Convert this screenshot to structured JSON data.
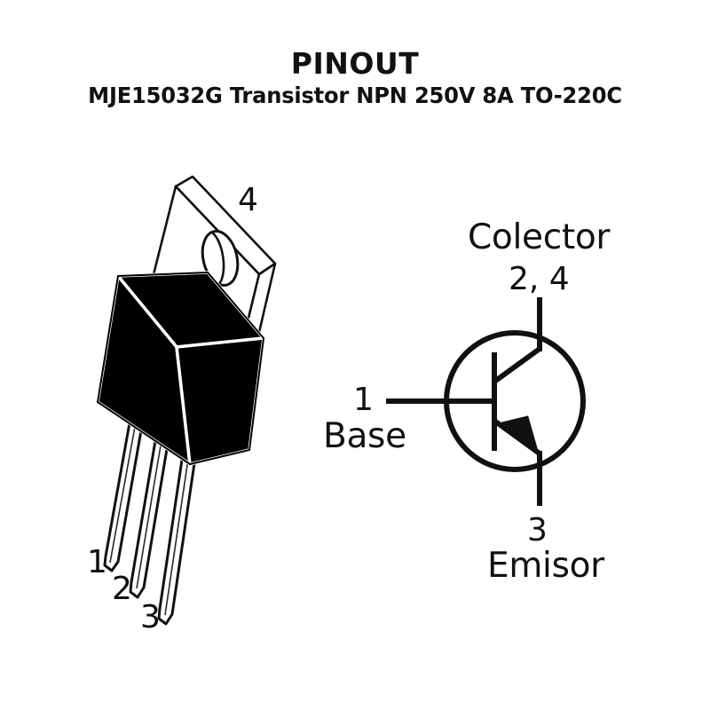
{
  "page": {
    "background_color": "#ffffff",
    "ink_color": "#111111"
  },
  "header": {
    "title": "PINOUT",
    "subtitle": "MJE15032G Transistor NPN 250V 8A TO-220C"
  },
  "package_diagram": {
    "name": "TO-220C package 3D view",
    "tab_pin_label": "4",
    "lead_labels": [
      "1",
      "2",
      "3"
    ],
    "body_color": "#000000",
    "outline_color": "#111111"
  },
  "schematic": {
    "name": "NPN transistor symbol",
    "collector": {
      "label": "Colector",
      "pins": "2, 4"
    },
    "base": {
      "label": "Base",
      "pins": "1"
    },
    "emitter": {
      "label": "Emisor",
      "pins": "3"
    }
  }
}
